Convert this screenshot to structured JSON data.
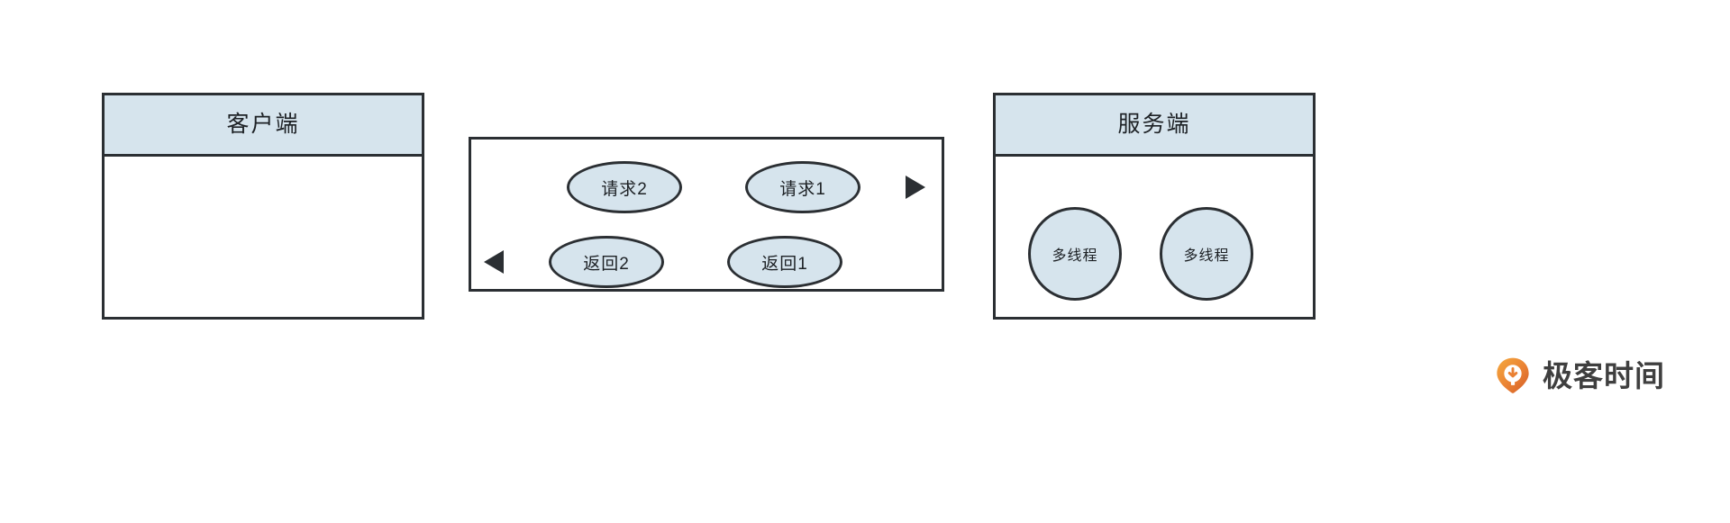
{
  "diagram": {
    "type": "sequence-flow",
    "client_panel": {
      "title": "客户端"
    },
    "server_panel": {
      "title": "服务端",
      "threads": [
        {
          "label": "多线程"
        },
        {
          "label": "多线程"
        }
      ]
    },
    "channel": {
      "request_flow": {
        "direction": "left-to-right",
        "nodes": [
          {
            "label": "请求2"
          },
          {
            "label": "请求1"
          }
        ]
      },
      "response_flow": {
        "direction": "right-to-left",
        "nodes": [
          {
            "label": "返回2"
          },
          {
            "label": "返回1"
          }
        ]
      }
    }
  },
  "brand": {
    "name": "极客时间",
    "mark": "location-pin-icon",
    "color_start": "#f4a23c",
    "color_end": "#d8652a",
    "text_color": "#3f3f3f"
  },
  "colors": {
    "node_fill": "#d6e4ed",
    "stroke": "#2b2f33",
    "background": "#ffffff"
  }
}
